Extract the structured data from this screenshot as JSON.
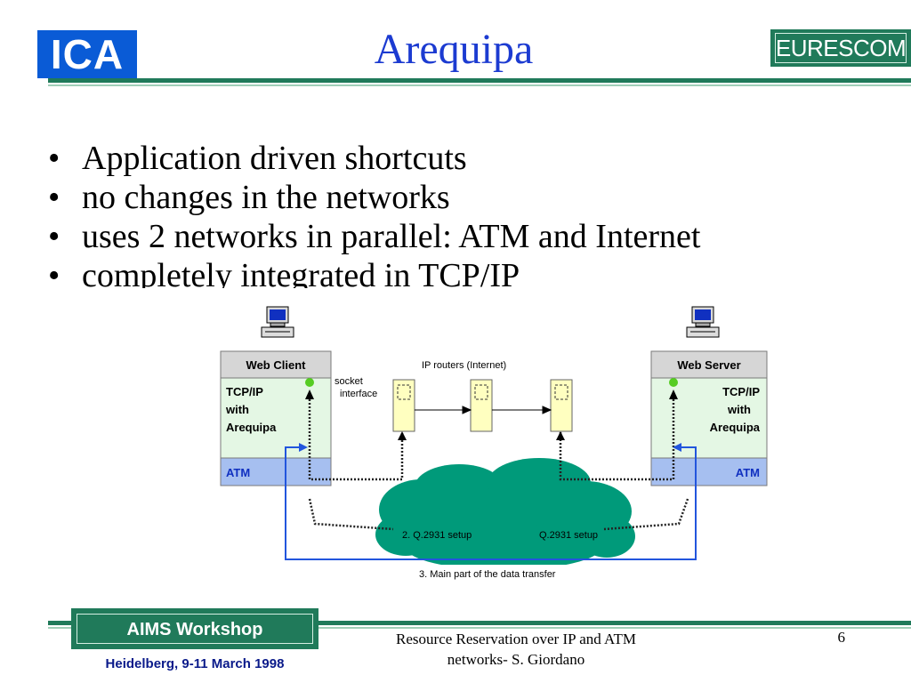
{
  "header": {
    "title": "Arequipa",
    "logo_left": "ICA",
    "logo_right": "EURESCOM"
  },
  "bullets": [
    "Application driven shortcuts",
    "no changes in the networks",
    "uses 2 networks in parallel: ATM and Internet",
    "completely integrated in TCP/IP"
  ],
  "bullet_symbol": "•",
  "diagram": {
    "client": {
      "title": "Web Client",
      "stack": [
        "TCP/IP",
        "with",
        "Arequipa"
      ],
      "atm": "ATM"
    },
    "server": {
      "title": "Web Server",
      "stack": [
        "TCP/IP",
        "with",
        "Arequipa"
      ],
      "atm": "ATM"
    },
    "socket_label": [
      "socket",
      "interface"
    ],
    "routers_label": "IP routers (Internet)",
    "setup_left": "2. Q.2931 setup",
    "setup_right": "Q.2931 setup",
    "transfer_label": "3. Main part of the data transfer",
    "icons": [
      "computer-icon",
      "router-icon"
    ],
    "colors": {
      "box_fill": "#e4f7e4",
      "atm_fill": "#a6bff0",
      "cloud": "#009a7a",
      "router_fill": "#ffffc0",
      "blue_line": "#2255dd",
      "socket_dot": "#55cc22"
    }
  },
  "footer": {
    "workshop": "AIMS Workshop",
    "date": "Heidelberg, 9-11 March 1998",
    "center_line1": "Resource Reservation over IP and ATM",
    "center_line2": "networks- S. Giordano",
    "page": "6"
  }
}
